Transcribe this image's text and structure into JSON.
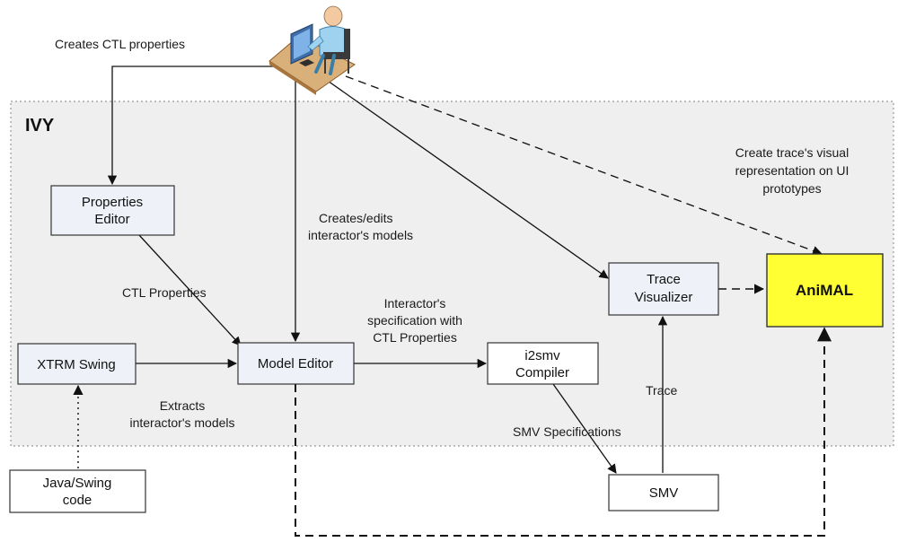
{
  "container": {
    "label": "IVY"
  },
  "nodes": {
    "properties_editor": {
      "line1": "Properties",
      "line2": "Editor"
    },
    "xtrm_swing": {
      "label": "XTRM Swing"
    },
    "model_editor": {
      "label": "Model Editor"
    },
    "i2smv_compiler": {
      "line1": "i2smv",
      "line2": "Compiler"
    },
    "trace_visualizer": {
      "line1": "Trace",
      "line2": "Visualizer"
    },
    "animal": {
      "label": "AniMAL"
    },
    "smv": {
      "label": "SMV"
    },
    "java_swing_code": {
      "line1": "Java/Swing",
      "line2": "code"
    }
  },
  "labels": {
    "creates_ctl": "Creates CTL properties",
    "creates_edits": {
      "line1": "Creates/edits",
      "line2": "interactor's models"
    },
    "ctl_properties": "CTL Properties",
    "interactor_spec": {
      "line1": "Interactor's",
      "line2": "specification with",
      "line3": "CTL Properties"
    },
    "extracts": {
      "line1": "Extracts",
      "line2": "interactor's models"
    },
    "smv_specifications": "SMV Specifications",
    "trace": "Trace",
    "create_trace_visual": {
      "line1": "Create trace's visual",
      "line2": "representation on UI",
      "line3": "prototypes"
    }
  },
  "colors": {
    "container_bg": "#efefef",
    "box_fill": "#eef2f8",
    "animal_fill": "#ffff33",
    "line": "#111111"
  },
  "icons": {
    "user": "user-at-computer-icon"
  }
}
